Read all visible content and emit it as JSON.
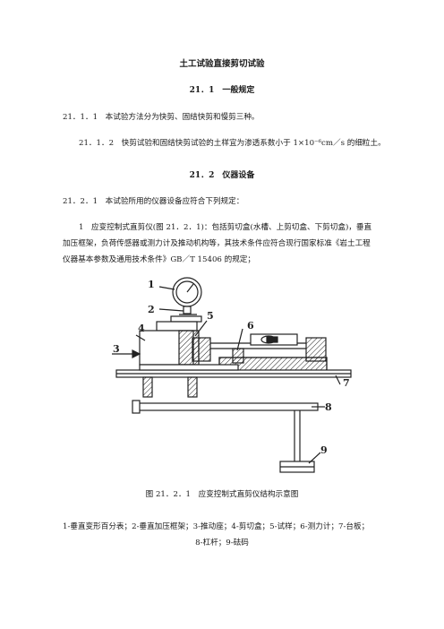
{
  "doc": {
    "title": "土工试验直接剪切试验",
    "section1": "21．1　一般规定",
    "p_21_1_1": "21．1．1　本试验方法分为快剪、固结快剪和慢剪三种。",
    "p_21_1_2": "21．1．2　快剪试验和固结快剪试验的土样宜为渗透系数小于 1×10⁻⁶cm／s 的细粒土。",
    "section2": "21．2　仪器设备",
    "p_21_2_1": "21．2．1　本试验所用的仪器设备应符合下列规定：",
    "item1_line1": "1　应变控制式直剪仪(图 21．2．1)：包括剪切盒(水槽、上剪切盒、下剪切盒)，垂直",
    "item1_line2": "加压框架，负荷传感器或测力计及推动机构等，其技术条件应符合现行国家标准《岩土工程",
    "item1_line3": "仪器基本参数及通用技术条件》GB／T 15406 的规定；",
    "figure": {
      "labels": [
        "1",
        "2",
        "3",
        "4",
        "5",
        "6",
        "7",
        "8",
        "9"
      ],
      "caption": "图 21．2．1　应变控制式直剪仪结构示意图",
      "legend_line1": "1-垂直变形百分表；2-垂直加压框架；3-推动座；4-剪切盒；5-试样；6-测力计；7-台板；",
      "legend_line2": "8-杠杆；9-砝码"
    }
  }
}
